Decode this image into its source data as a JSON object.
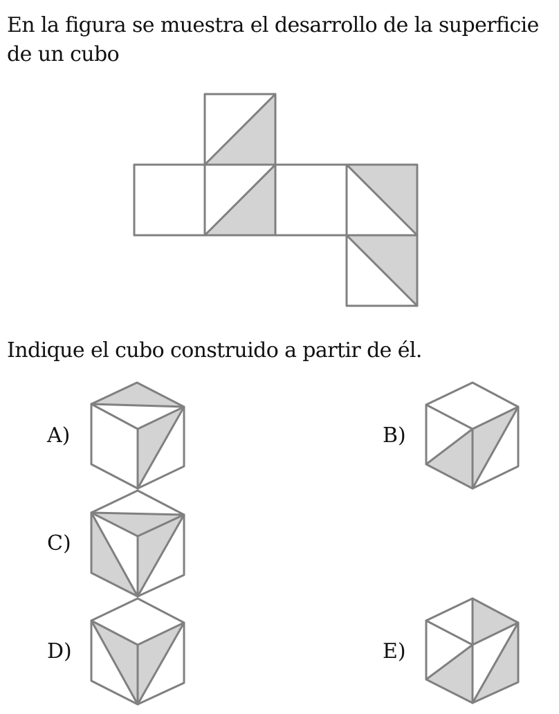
{
  "problem": {
    "intro_line1": "En la figura se muestra el desarrollo de la superficie",
    "intro_line2": "de un cubo",
    "question": "Indique el cubo construido a partir de él."
  },
  "colors": {
    "line": "#808080",
    "shade": "#d3d3d3"
  },
  "net": {
    "faces": [
      {
        "id": "top",
        "diagonal": "bottom-left to top-right",
        "shaded": "lower-right triangle"
      },
      {
        "id": "left",
        "diagonal": "none",
        "shaded": "none"
      },
      {
        "id": "center",
        "diagonal": "bottom-left to top-right",
        "shaded": "lower-right triangle"
      },
      {
        "id": "center-right",
        "diagonal": "none",
        "shaded": "none"
      },
      {
        "id": "right",
        "diagonal": "top-left to bottom-right",
        "shaded": "upper-right triangle"
      },
      {
        "id": "bottom",
        "diagonal": "top-left to bottom-right",
        "shaded": "upper-right triangle"
      }
    ]
  },
  "options": [
    {
      "label": "A)"
    },
    {
      "label": "B)"
    },
    {
      "label": "C)"
    },
    {
      "label": "D)"
    },
    {
      "label": "E)"
    }
  ]
}
